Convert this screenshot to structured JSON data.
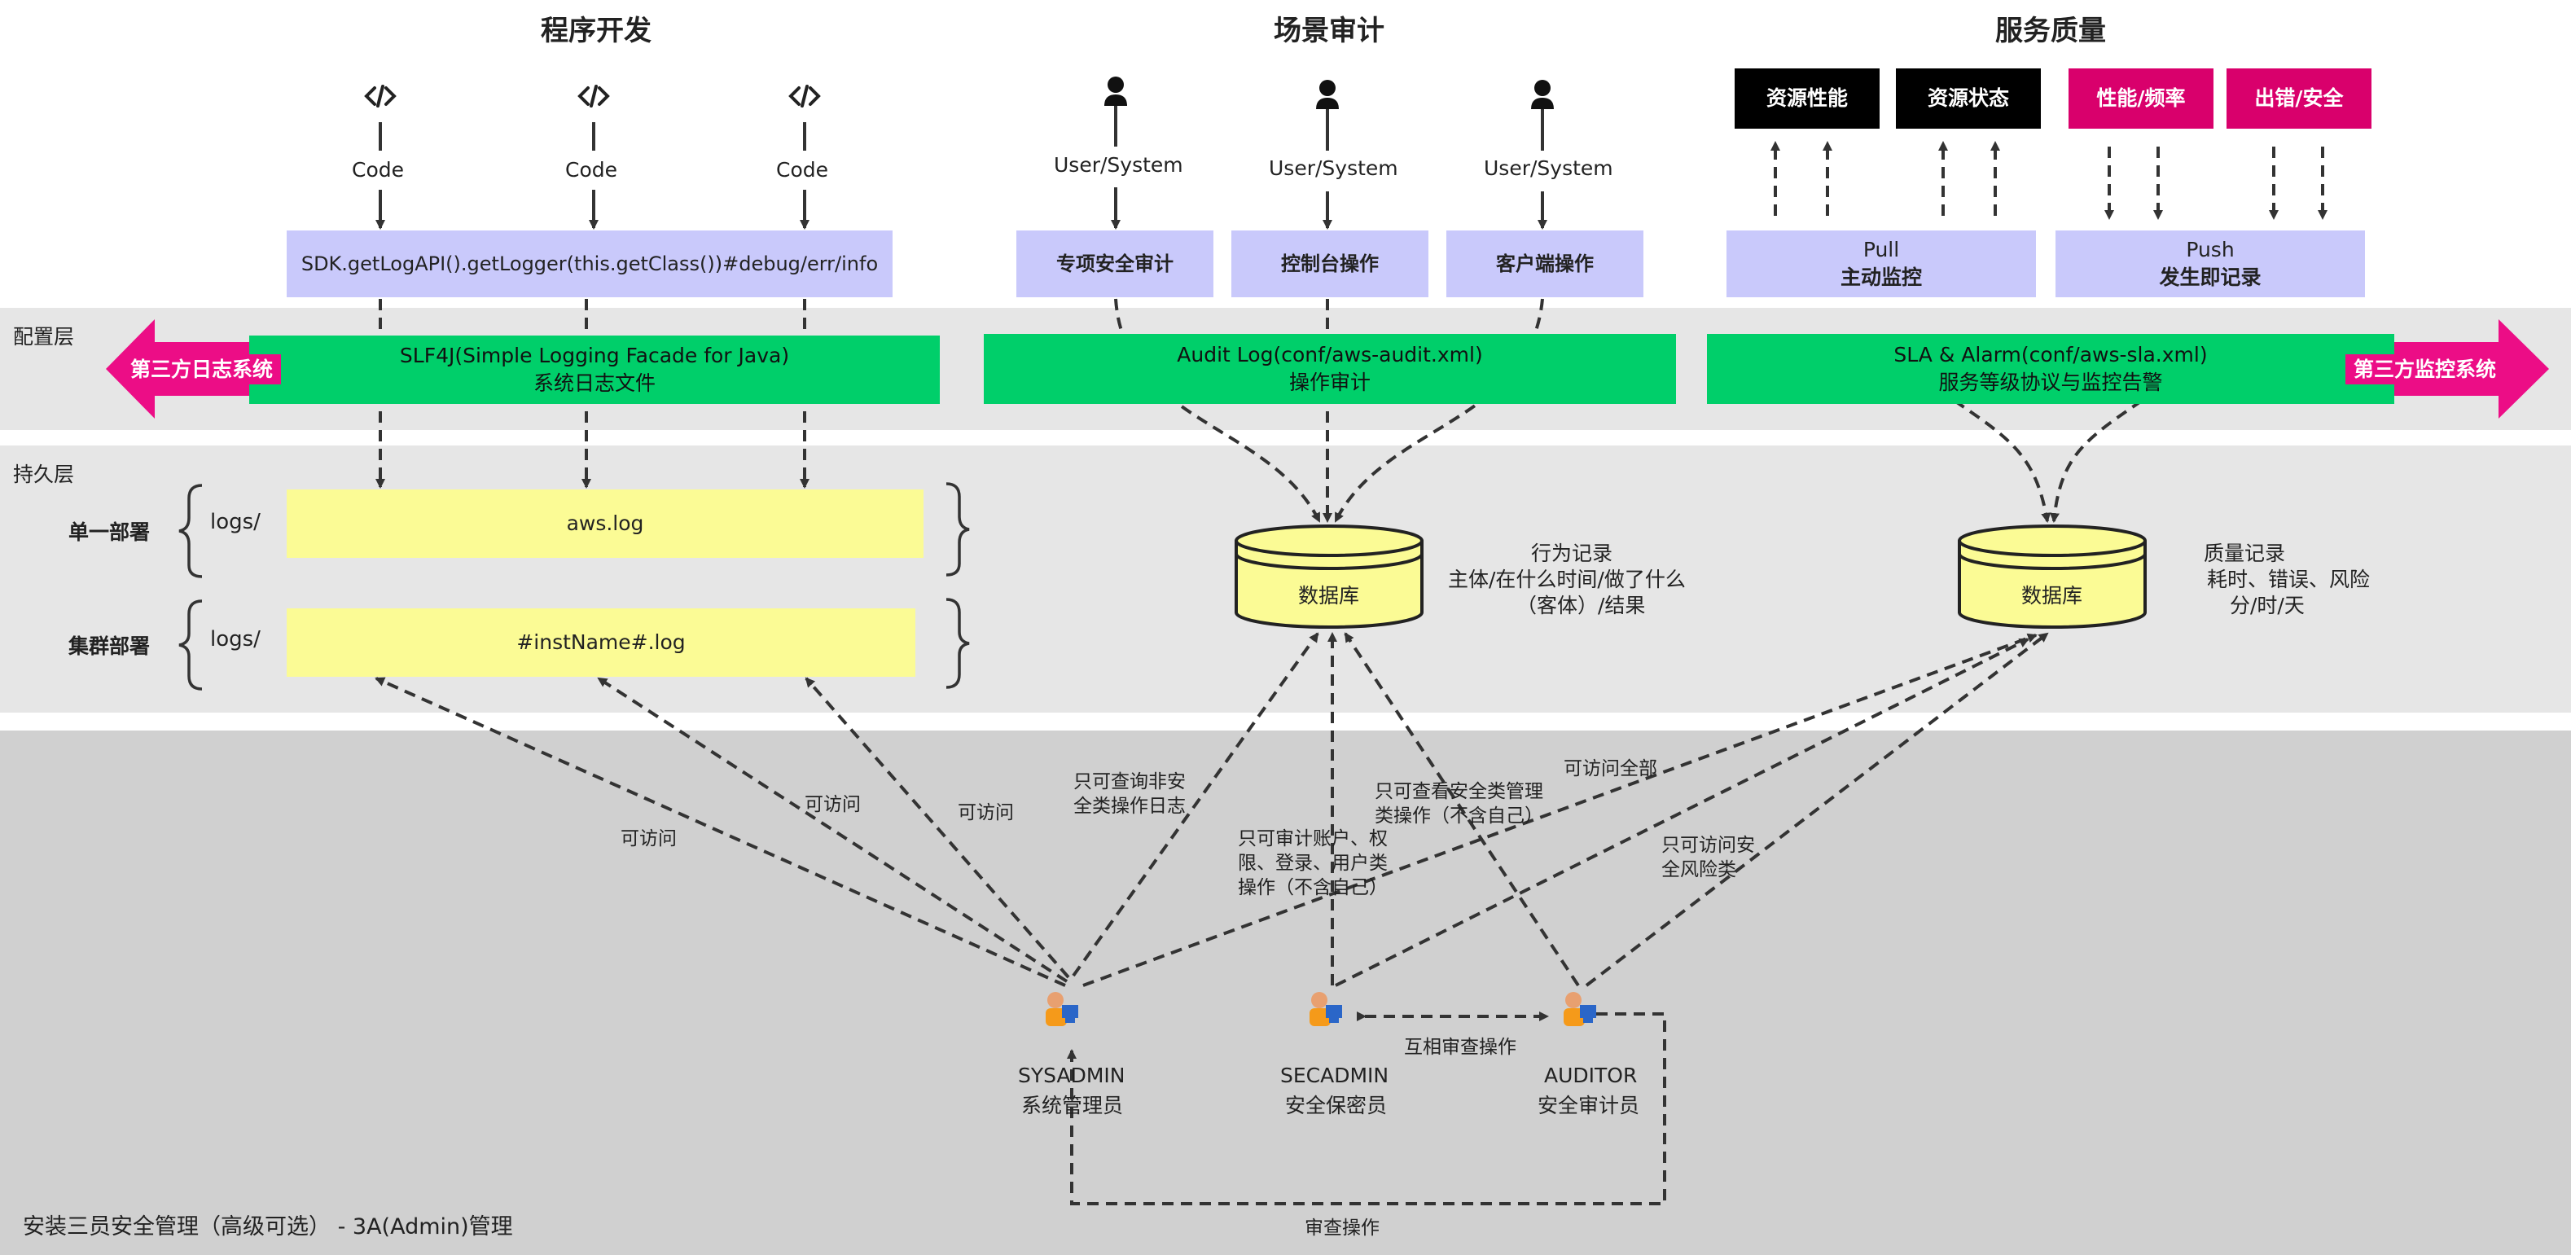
{
  "sections": {
    "dev": "程序开发",
    "audit": "场景审计",
    "quality": "服务质量"
  },
  "layers": {
    "config": "配置层",
    "persist": "持久层",
    "admin": "安装三员安全管理（高级可选） - 3A(Admin)管理"
  },
  "dev": {
    "code_label": "Code",
    "sdk": "SDK.getLogAPI().getLogger(this.getClass())#debug/err/info",
    "slf4j_line1": "SLF4J(Simple Logging Facade for Java)",
    "slf4j_line2": "系统日志文件",
    "third_party_log": "第三方日志系统",
    "single_deploy": "单一部署",
    "cluster_deploy": "集群部署",
    "logs_dir": "logs/",
    "aws_log": "aws.log",
    "inst_log": "#instName#.log"
  },
  "audit": {
    "user_system": "User/System",
    "boxes": [
      "专项安全审计",
      "控制台操作",
      "客户端操作"
    ],
    "audit_log_line1": "Audit Log(conf/aws-audit.xml)",
    "audit_log_line2": "操作审计",
    "db": "数据库",
    "record_title": "行为记录",
    "record_line2": "主体/在什么时间/做了什么",
    "record_line3": "（客体）/结果"
  },
  "quality": {
    "top_boxes": [
      "资源性能",
      "资源状态",
      "性能/频率",
      "出错/安全"
    ],
    "pull_line1": "Pull",
    "pull_line2": "主动监控",
    "push_line1": "Push",
    "push_line2": "发生即记录",
    "sla_line1": "SLA & Alarm(conf/aws-sla.xml)",
    "sla_line2": "服务等级协议与监控告警",
    "third_party_monitor": "第三方监控系统",
    "db": "数据库",
    "record_title": "质量记录",
    "record_line2": "耗时、错误、风险",
    "record_line3": "分/时/天"
  },
  "admins": {
    "sysadmin_en": "SYSADMIN",
    "sysadmin_cn": "系统管理员",
    "secadmin_en": "SECADMIN",
    "secadmin_cn": "安全保密员",
    "auditor_en": "AUDITOR",
    "auditor_cn": "安全审计员",
    "mutual": "互相审查操作",
    "review": "审查操作"
  },
  "edges": {
    "access": "可访问",
    "sys_query_l1": "只可查询非安",
    "sys_query_l2": "全类操作日志",
    "sec_audit_l1": "只可审计账户、权",
    "sec_audit_l2": "限、登录、用户类",
    "sec_audit_l3": "操作（不含自己）",
    "aud_view_l1": "只可查看安全类管理",
    "aud_view_l2": "类操作（不含自己）",
    "access_all": "可访问全部",
    "aud_risk_l1": "只可访问安",
    "aud_risk_l2": "全风险类"
  },
  "colors": {
    "purple": "#c9c9fb",
    "green": "#00cf6a",
    "yellow": "#fbfb95",
    "magenta": "#d9006c",
    "pink_arrow": "#ec0d86",
    "band_light": "#e6e6e6",
    "band_dark": "#d0d0d0"
  }
}
